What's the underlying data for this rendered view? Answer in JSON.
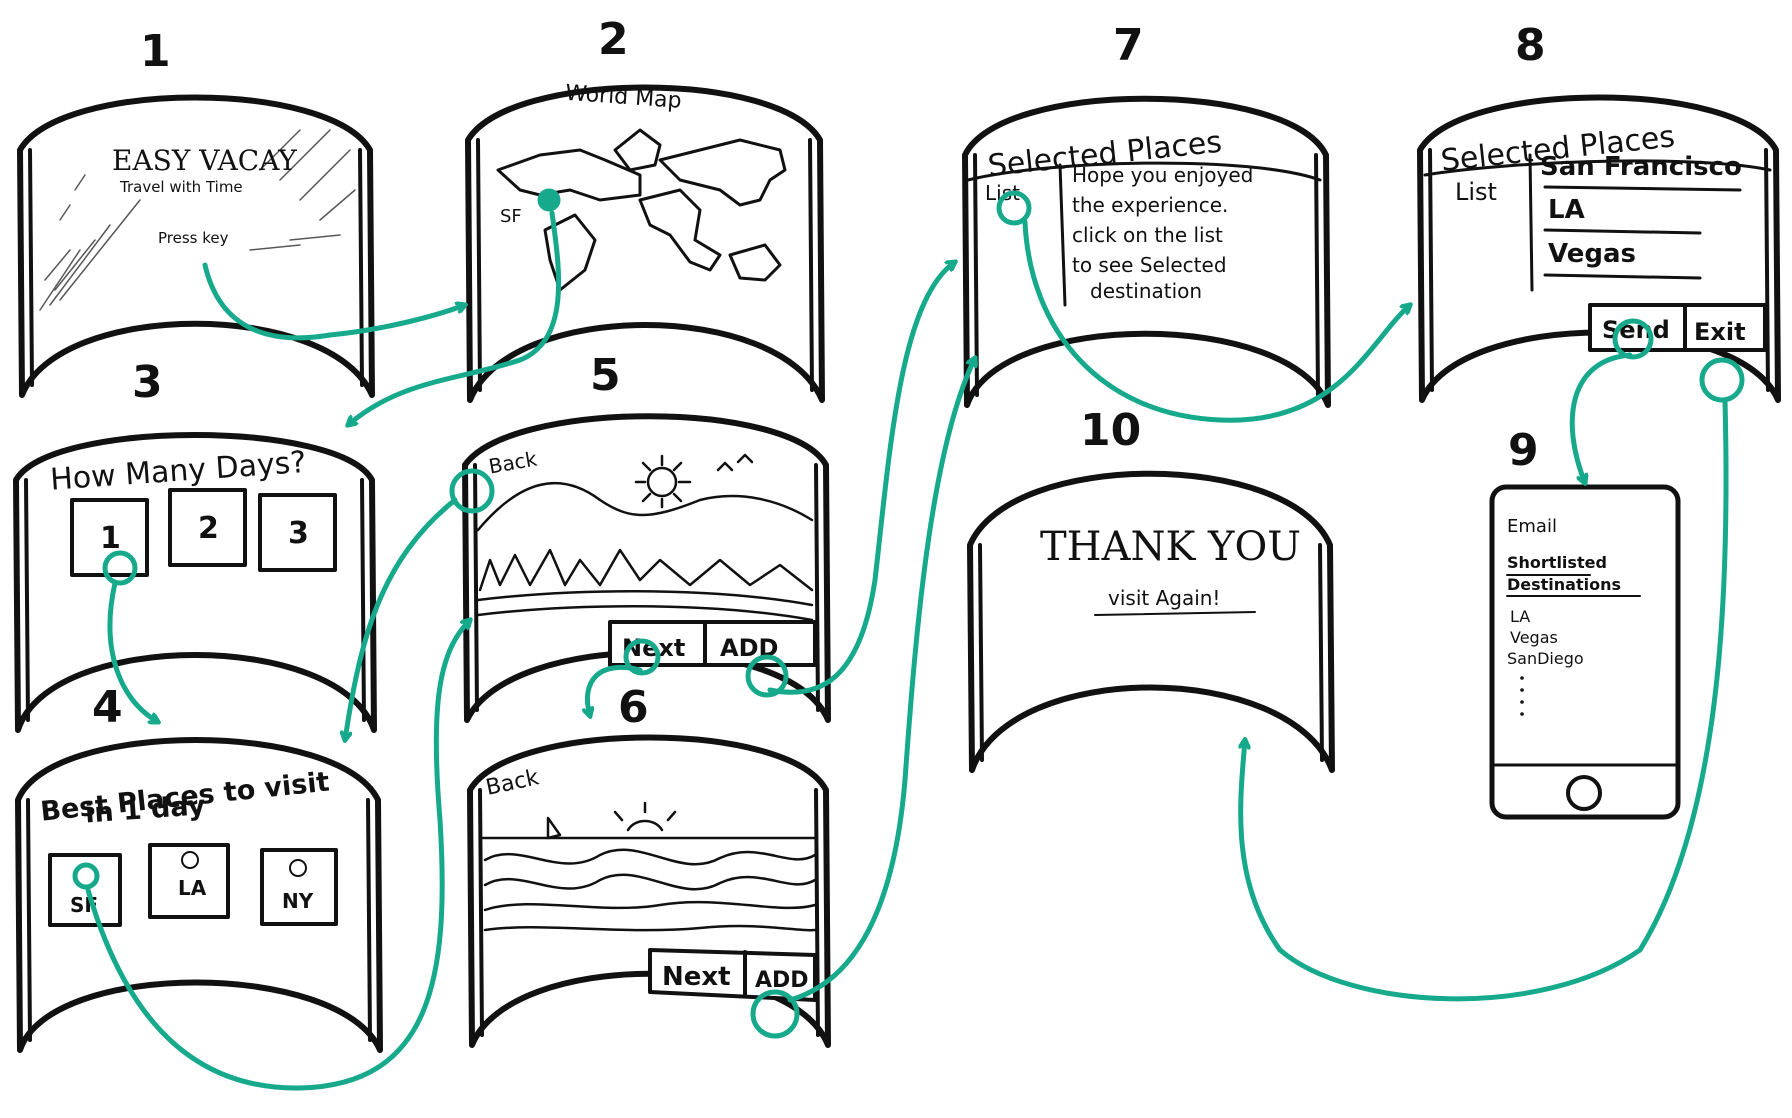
{
  "colors": {
    "accent": "#16a98c",
    "ink": "#111111"
  },
  "screen_numbers": [
    "1",
    "2",
    "3",
    "4",
    "5",
    "6",
    "7",
    "8",
    "9",
    "10"
  ],
  "s1": {
    "title": "EASY VACAY",
    "subtitle": "Travel with Time",
    "cta": "Press key"
  },
  "s2": {
    "title": "World Map",
    "marker": "SF"
  },
  "s3": {
    "title": "How Many Days?",
    "options": [
      "1",
      "2",
      "3"
    ]
  },
  "s4": {
    "title_line1": "Best Places to visit",
    "title_line2": "in 1 day",
    "places": [
      "SF",
      "LA",
      "NY"
    ]
  },
  "s5": {
    "back": "Back",
    "next": "Next",
    "add": "ADD"
  },
  "s6": {
    "back": "Back",
    "next": "Next",
    "add": "ADD"
  },
  "s7": {
    "title": "Selected Places",
    "list_tab": "List",
    "message": [
      "Hope you enjoyed",
      "the experience.",
      "click on the list",
      "to see Selected",
      "destination"
    ]
  },
  "s8": {
    "title": "Selected Places",
    "list_tab": "List",
    "items": [
      "San Francisco",
      "LA",
      "Vegas"
    ],
    "send": "Send",
    "exit": "Exit"
  },
  "s9": {
    "heading": "Email",
    "subheading_line1": "Shortlisted",
    "subheading_line2": "Destinations",
    "items": [
      "LA",
      "Vegas",
      "SanDiego"
    ]
  },
  "s10": {
    "title": "THANK YOU",
    "subtitle": "visit Again!"
  }
}
